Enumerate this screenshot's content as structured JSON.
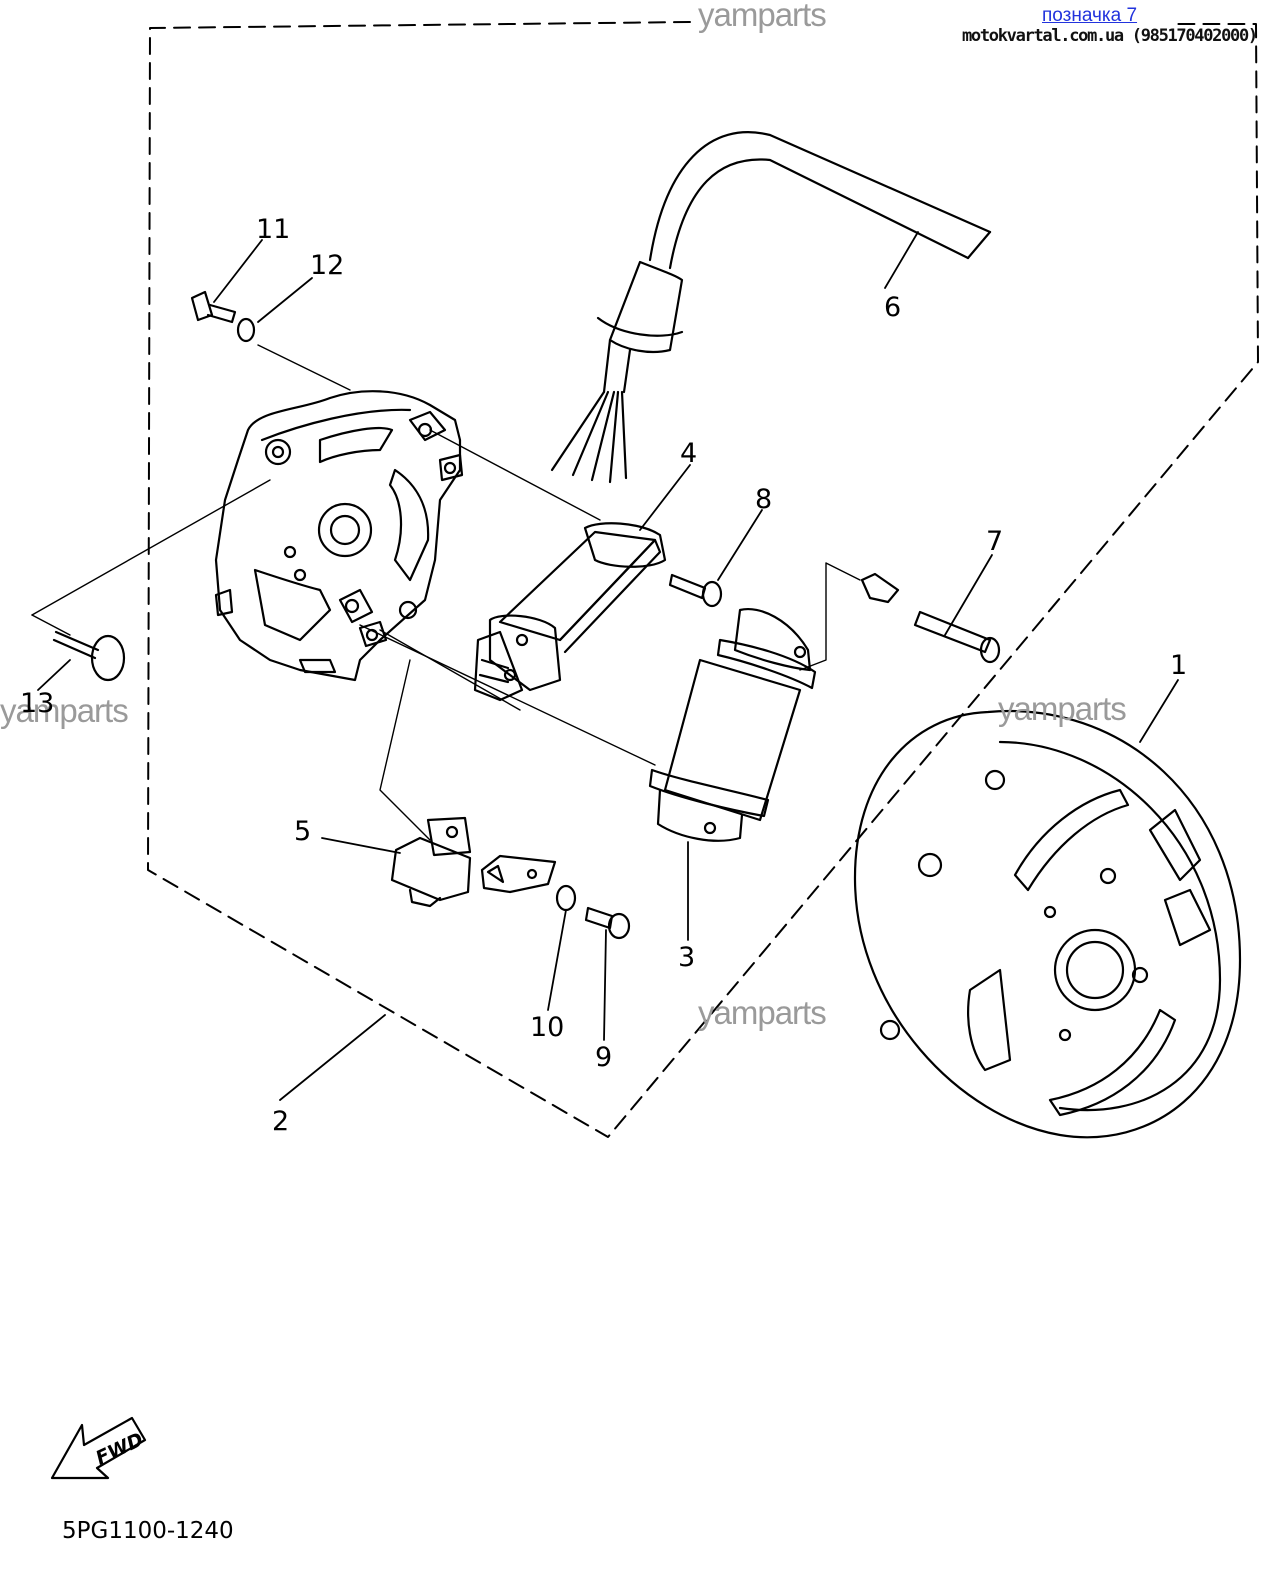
{
  "header": {
    "badge": "позначка 7",
    "shop": "motokvartal.com.ua (985170402000)"
  },
  "watermarks": [
    "yamparts",
    "yamparts",
    "yamparts",
    "yamparts"
  ],
  "callouts": [
    "1",
    "2",
    "3",
    "4",
    "5",
    "6",
    "7",
    "8",
    "9",
    "10",
    "11",
    "12",
    "13"
  ],
  "fwd_label": "FWD",
  "diagram_code": "5PG1100-1240"
}
